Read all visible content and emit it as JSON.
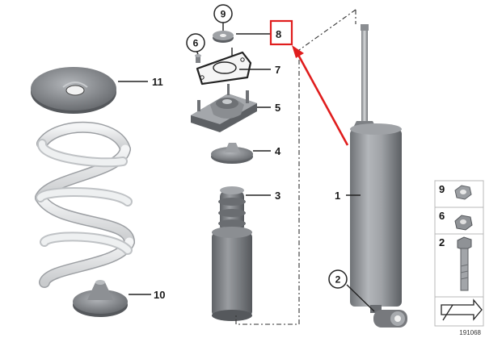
{
  "callouts": {
    "n1": "1",
    "n2": "2",
    "n3": "3",
    "n4": "4",
    "n5": "5",
    "n6": "6",
    "n7": "7",
    "n8": "8",
    "n9": "9",
    "n10": "10",
    "n11": "11"
  },
  "side_panel": {
    "p9": "9",
    "p6": "6",
    "p2": "2"
  },
  "diagram_number": "191068",
  "colors": {
    "part_fill": "#8f9296",
    "part_dark": "#5f6266",
    "spring_fill": "#e7e8e9",
    "highlight_box": "#e01d1d",
    "arrow": "#e01d1d",
    "panel_border": "#b8b8b8"
  }
}
